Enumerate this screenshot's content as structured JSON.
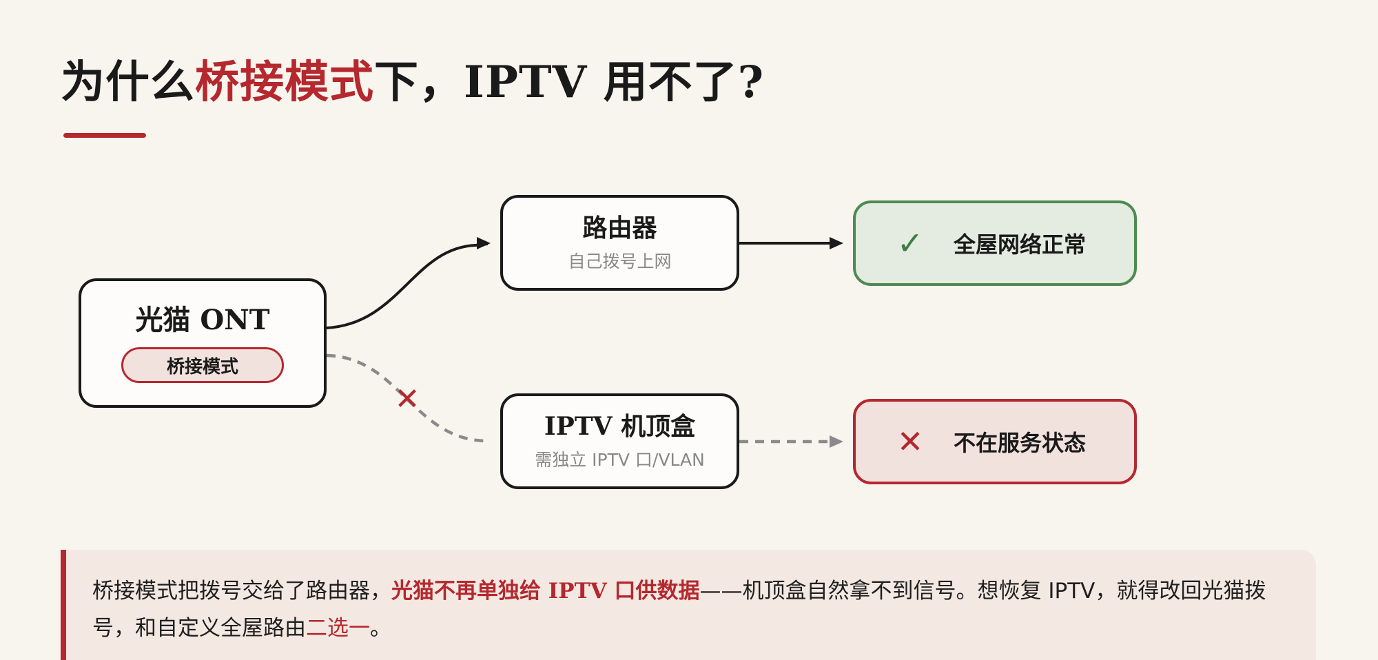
{
  "title": {
    "prefix": "为什么",
    "accent": "桥接模式",
    "suffix": "下，IPTV 用不了?"
  },
  "nodes": {
    "ont": {
      "title": "光猫 ONT",
      "mode": "桥接模式"
    },
    "router": {
      "title": "路由器",
      "subtitle": "自己拨号上网"
    },
    "stb": {
      "title": "IPTV 机顶盒",
      "subtitle": "需独立 IPTV 口/VLAN"
    }
  },
  "results": {
    "ok": {
      "icon": "✓",
      "label": "全屋网络正常"
    },
    "fail": {
      "icon": "✕",
      "label": "不在服务状态"
    }
  },
  "connectors": {
    "blocked_mark": "✕"
  },
  "callout": {
    "part1": "桥接模式把拨号交给了路由器，",
    "highlight1": "光猫不再单独给 IPTV 口供数据",
    "part2": "——机顶盒自然拿不到信号。想恢复 IPTV，就得改回光猫拨号，和自定义全屋路由",
    "highlight2": "二选一",
    "part3": "。"
  },
  "colors": {
    "accent": "#b4282e",
    "success": "#4f8a55",
    "background": "#f8f5ef"
  }
}
